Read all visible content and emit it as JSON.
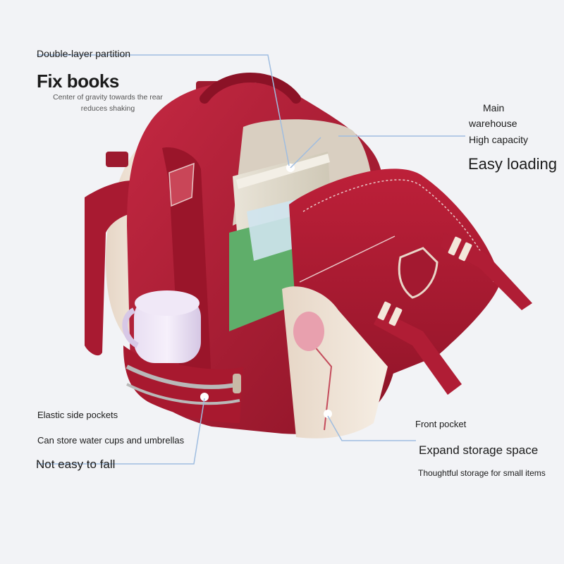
{
  "colors": {
    "background": "#f2f3f6",
    "bag_red": "#b21d36",
    "bag_dark_red": "#8a1225",
    "bag_cream": "#efe3d6",
    "leader_line": "#9fbde0",
    "dot": "#ffffff"
  },
  "callouts": {
    "partition": {
      "label": "Double-layer partition",
      "headline": "Fix books",
      "note": "Center of gravity towards the rear reduces shaking"
    },
    "main": {
      "label_line1": "Main",
      "label_line2": "warehouse",
      "subline": "High capacity",
      "headline": "Easy loading"
    },
    "side": {
      "label": "Elastic side pockets",
      "subline": "Can store water cups and umbrellas",
      "headline": "Not easy to fall"
    },
    "front": {
      "label": "Front pocket",
      "headline": "Expand storage space",
      "note": "Thoughtful storage for small items"
    }
  },
  "product": {
    "name": "backpack",
    "badge_icon": "shield-emblem-icon"
  }
}
